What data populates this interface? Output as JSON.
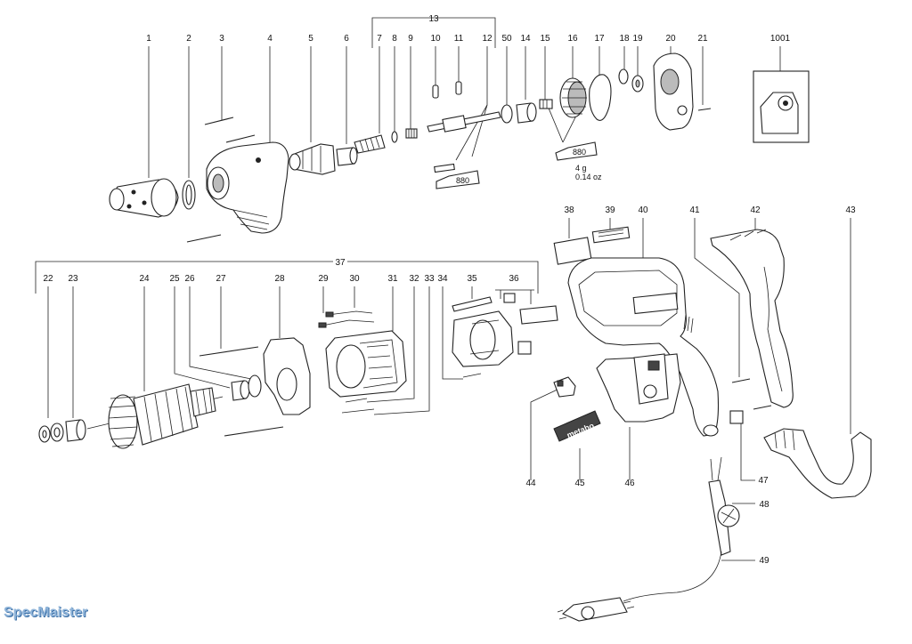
{
  "diagram": {
    "title": "Exploded parts diagram — electric drill",
    "callouts": {
      "p1": "1",
      "p2": "2",
      "p3": "3",
      "p4": "4",
      "p5": "5",
      "p6": "6",
      "p7": "7",
      "p8": "8",
      "p9": "9",
      "p10": "10",
      "p11": "11",
      "p12": "12",
      "p13": "13",
      "p50": "50",
      "p14": "14",
      "p15": "15",
      "p16": "16",
      "p17": "17",
      "p18": "18",
      "p19": "19",
      "p20": "20",
      "p21": "21",
      "p1001": "1001",
      "p22": "22",
      "p23": "23",
      "p24": "24",
      "p25": "25",
      "p26": "26",
      "p27": "27",
      "p28": "28",
      "p29": "29",
      "p30": "30",
      "p31": "31",
      "p32": "32",
      "p33": "33",
      "p34": "34",
      "p35": "35",
      "p36": "36",
      "p37": "37",
      "p38": "38",
      "p39": "39",
      "p40": "40",
      "p41": "41",
      "p42": "42",
      "p43": "43",
      "p44": "44",
      "p45": "45",
      "p46": "46",
      "p47": "47",
      "p48": "48",
      "p49": "49"
    },
    "grease_tube_label_1": "880",
    "grease_tube_label_2": "880",
    "grease_amount": "4 g",
    "grease_amount_oz": "0.14 oz",
    "brand_plate_text": "metabo",
    "watermark": "SpecMaister"
  }
}
